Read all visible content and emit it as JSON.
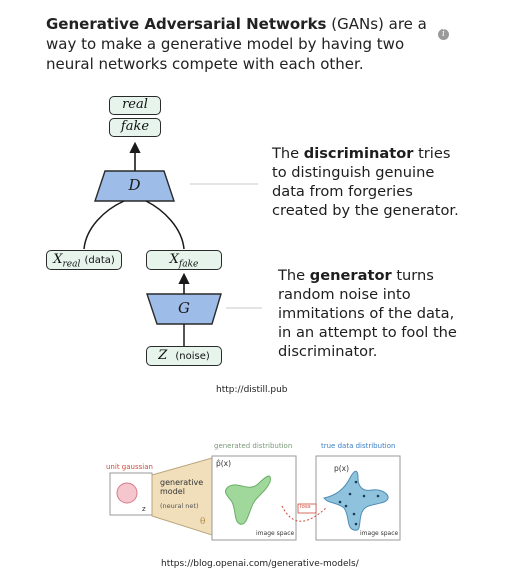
{
  "intro": {
    "bold": "Generative Adversarial Networks",
    "rest": " (GANs) are a way to make a generative model by having two neural networks compete with each other."
  },
  "diagram": {
    "real": "real",
    "fake": "fake",
    "D": "D",
    "G": "G",
    "x_real_var": "X",
    "x_real_sub": "real",
    "x_real_note": "(data)",
    "x_fake_var": "X",
    "x_fake_sub": "fake",
    "z_var": "Z",
    "z_note": "(noise)"
  },
  "discriminator_text": {
    "pre": "The ",
    "bold": "discriminator",
    "post": " tries to distinguish genuine data from forgeries created by the generator."
  },
  "generator_text": {
    "pre": "The ",
    "bold": "generator",
    "post": " turns random noise into immitations of the data, in an attempt to fool the discriminator."
  },
  "credit1": "http://distill.pub",
  "figure2": {
    "unit_gaussian": "unit gaussian",
    "z": "z",
    "model_label": "generative model",
    "model_sub": "(neural net)",
    "theta": "θ",
    "generated_title": "generated distribution",
    "true_title": "true data distribution",
    "p_hat": "p̂(x)",
    "p": "p(x)",
    "loss": "loss",
    "image_space_1": "image space",
    "image_space_2": "image space"
  },
  "credit2": "https://blog.openai.com/generative-models/",
  "colors": {
    "box_fill": "#e6f4ec",
    "block_fill": "#9dbde8",
    "gaussian_pink": "#f6c6cf",
    "model_tan": "#f1dfbc",
    "generated_green": "#9fd89a",
    "true_blue": "#8fc2dd",
    "accent_red": "#d04a3a",
    "accent_blue": "#3b7fc4"
  }
}
